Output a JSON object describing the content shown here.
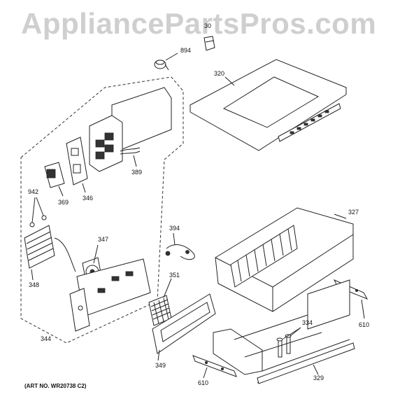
{
  "watermark": "AppliancePartsPros.com",
  "art_number": "(ART NO. WR20738 C2)",
  "callouts": {
    "p894": "894",
    "p30": "30",
    "p320": "320",
    "p389": "389",
    "p369": "369",
    "p346": "346",
    "p942": "942",
    "p394": "394",
    "p327": "327",
    "p347": "347",
    "p351": "351",
    "p348": "348",
    "p334": "334",
    "p610a": "610",
    "p344": "344",
    "p349": "349",
    "p329": "329",
    "p610b": "610"
  }
}
